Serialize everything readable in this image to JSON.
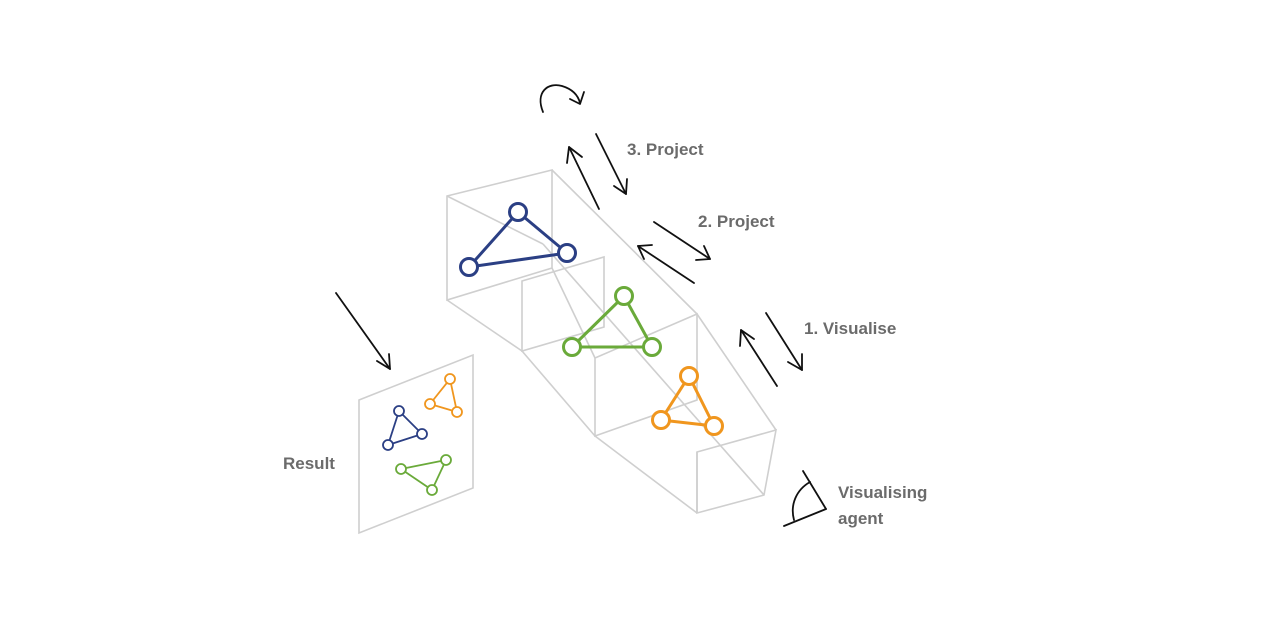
{
  "labels": {
    "step3": "3. Project",
    "step2": "2. Project",
    "step1": "1. Visualise",
    "result": "Result",
    "agent_line1": "Visualising",
    "agent_line2": "agent"
  },
  "colors": {
    "navy": "#2b3f84",
    "green": "#6aaa3a",
    "orange": "#f0961e",
    "frame": "#cfcfcf",
    "text": "#6b6b6b"
  },
  "icons": [
    "rotate-icon",
    "eye-icon"
  ]
}
